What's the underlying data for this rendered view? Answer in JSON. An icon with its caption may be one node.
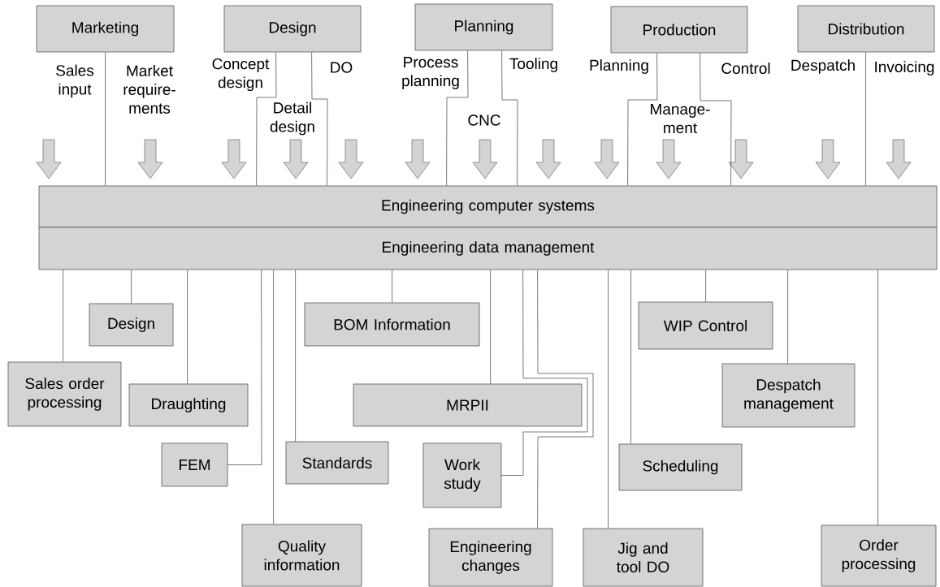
{
  "diagram": {
    "nodes": [
      {
        "text": [
          "Marketing"
        ]
      },
      {
        "text": [
          "Design"
        ]
      },
      {
        "text": [
          "Planning"
        ]
      },
      {
        "text": [
          "Production"
        ]
      },
      {
        "text": [
          "Distribution"
        ]
      },
      {
        "text": [
          "Engineering computer systems"
        ]
      },
      {
        "text": [
          "Engineering data management"
        ]
      },
      {
        "text": [
          "Design"
        ]
      },
      {
        "text": [
          "Sales order processing"
        ]
      },
      {
        "text": [
          "Draughting"
        ]
      },
      {
        "text": [
          "FEM"
        ]
      },
      {
        "text": [
          "Standards"
        ]
      },
      {
        "text": [
          "Quality information"
        ]
      },
      {
        "text": [
          "BOM Information"
        ]
      },
      {
        "text": [
          "MRPII"
        ]
      },
      {
        "text": [
          "Work study"
        ]
      },
      {
        "text": [
          "Engineering changes"
        ]
      },
      {
        "text": [
          "Jig and tool DO"
        ]
      },
      {
        "text": [
          "WIP Control"
        ]
      },
      {
        "text": [
          "Despatch management"
        ]
      },
      {
        "text": [
          "Scheduling"
        ]
      },
      {
        "text": [
          "Order processing"
        ]
      }
    ],
    "edges": [
      {
        "from": 0,
        "to": 5,
        "arrow": "none"
      },
      {
        "from": 1,
        "to": 5,
        "arrow": "none"
      },
      {
        "from": 1,
        "to": 5,
        "arrow": "none"
      },
      {
        "from": 2,
        "to": 5,
        "arrow": "none"
      },
      {
        "from": 2,
        "to": 5,
        "arrow": "none"
      },
      {
        "from": 3,
        "to": 5,
        "arrow": "none"
      },
      {
        "from": 3,
        "to": 5,
        "arrow": "none"
      },
      {
        "from": 4,
        "to": 5,
        "arrow": "none"
      },
      {
        "from": 6,
        "to": 8,
        "arrow": "none"
      },
      {
        "from": 6,
        "to": 7,
        "arrow": "none"
      },
      {
        "from": 6,
        "to": 9,
        "arrow": "none"
      },
      {
        "from": 6,
        "to": 10,
        "arrow": "none"
      },
      {
        "from": 6,
        "to": 12,
        "arrow": "none"
      },
      {
        "from": 6,
        "to": 11,
        "arrow": "none"
      },
      {
        "from": 6,
        "to": 13,
        "arrow": "none"
      },
      {
        "from": 6,
        "to": 14,
        "arrow": "none"
      },
      {
        "from": 6,
        "to": 15,
        "arrow": "none"
      },
      {
        "from": 6,
        "to": 16,
        "arrow": "none"
      },
      {
        "from": 6,
        "to": 17,
        "arrow": "none"
      },
      {
        "from": 6,
        "to": 20,
        "arrow": "none"
      },
      {
        "from": 6,
        "to": 18,
        "arrow": "none"
      },
      {
        "from": 6,
        "to": 19,
        "arrow": "none"
      },
      {
        "from": 6,
        "to": 21,
        "arrow": "none"
      }
    ],
    "labels": [
      "Sales input",
      "Market require-ments",
      "Concept design",
      "DO",
      "Process planning",
      "Tooling",
      "Planning",
      "Control",
      "Despatch",
      "Invoicing",
      "Detail design",
      "CNC",
      "Manage-ment"
    ]
  }
}
